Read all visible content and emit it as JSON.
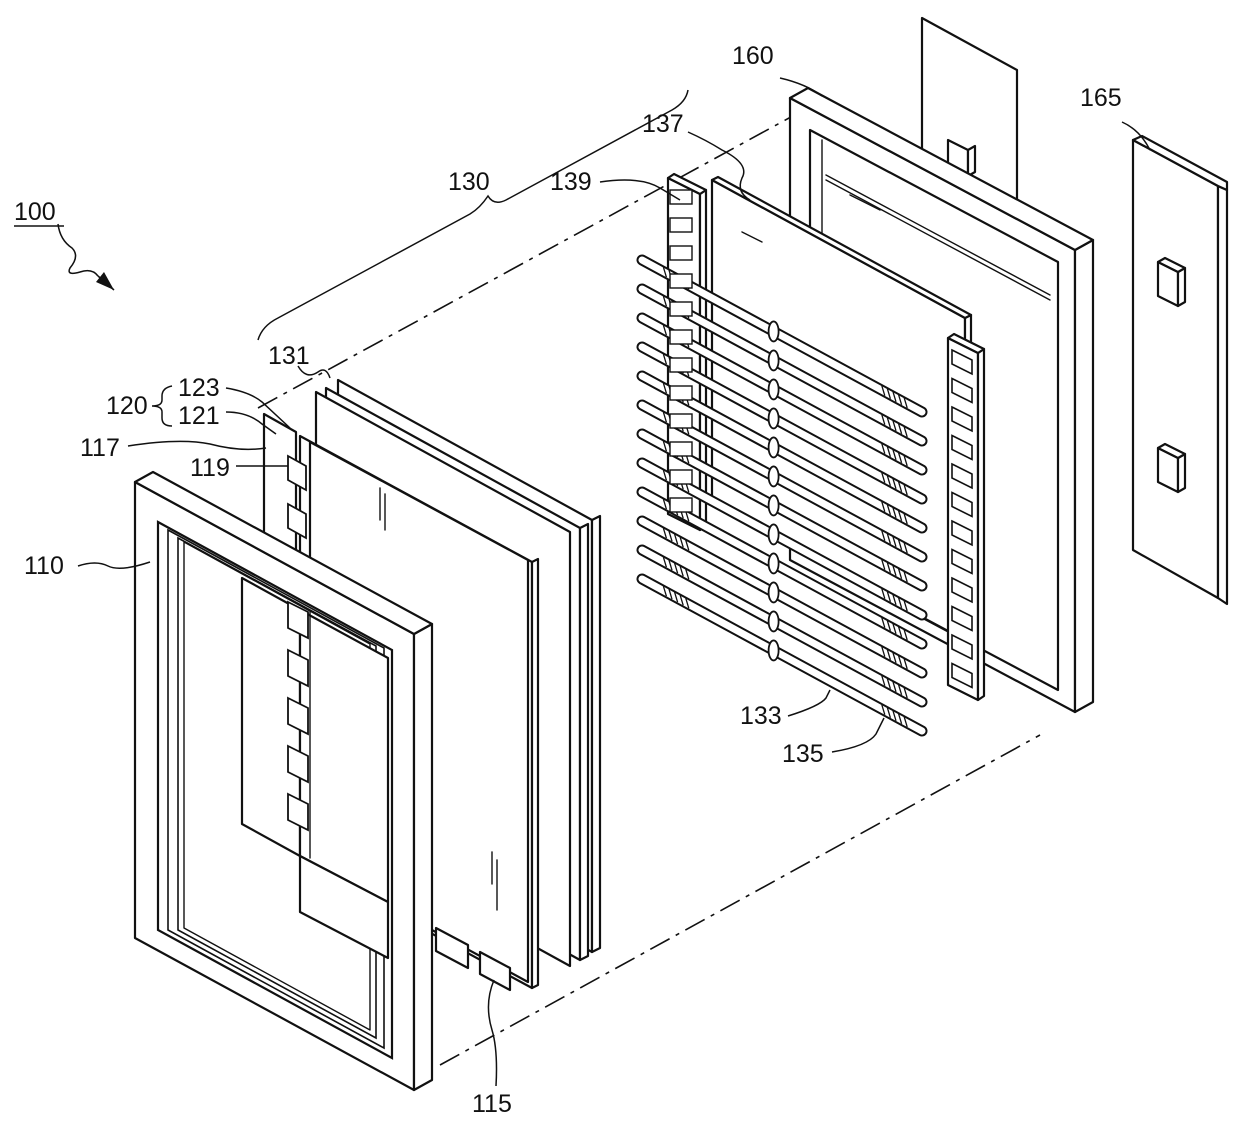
{
  "labels": {
    "assembly": "100",
    "top_chassis": "110",
    "driver_chip": "115",
    "gate_pcb": "117",
    "tcp": "119",
    "panel": "120",
    "lower_substrate": "121",
    "upper_substrate": "123",
    "backlight_unit": "130",
    "optical_sheets": "131",
    "lamp": "133",
    "electrode": "135",
    "reflector": "137",
    "lamp_holder": "139",
    "bottom_chassis": "160",
    "inverter_board": "165"
  }
}
